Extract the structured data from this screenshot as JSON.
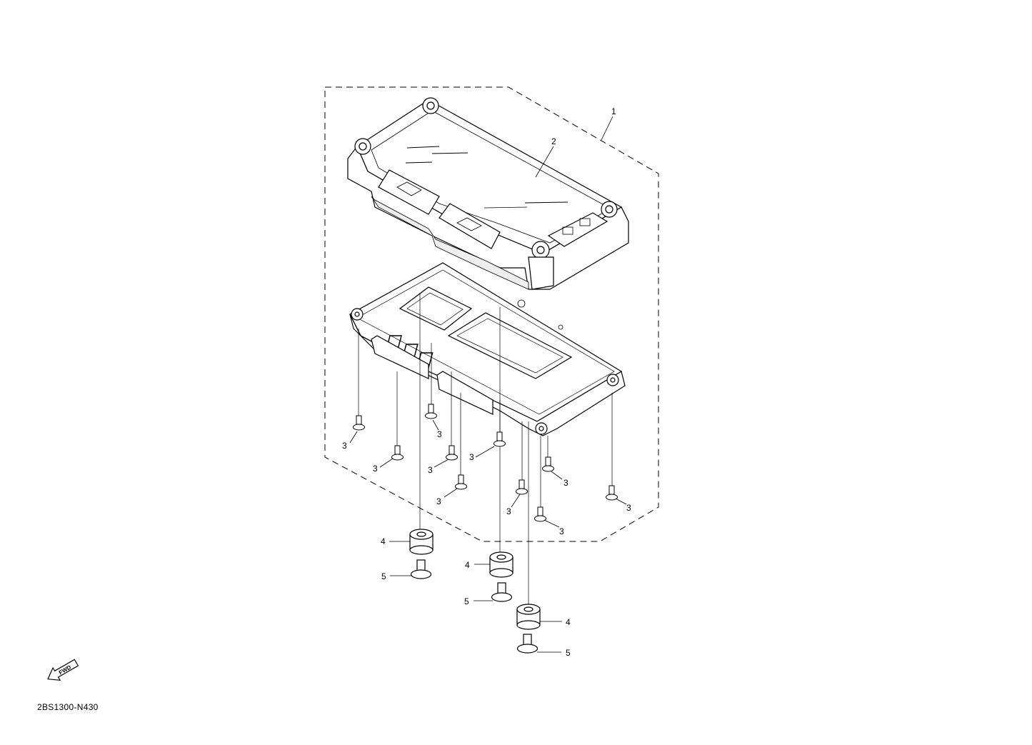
{
  "diagram": {
    "drawing_code": "2BS1300-N430",
    "fwd_label": "FWD",
    "callouts": [
      {
        "id": "c1",
        "text": "1"
      },
      {
        "id": "c2",
        "text": "2"
      },
      {
        "id": "c3a",
        "text": "3"
      },
      {
        "id": "c3b",
        "text": "3"
      },
      {
        "id": "c3c",
        "text": "3"
      },
      {
        "id": "c3d",
        "text": "3"
      },
      {
        "id": "c3e",
        "text": "3"
      },
      {
        "id": "c3f",
        "text": "3"
      },
      {
        "id": "c3g",
        "text": "3"
      },
      {
        "id": "c3h",
        "text": "3"
      },
      {
        "id": "c3i",
        "text": "3"
      },
      {
        "id": "c3j",
        "text": "3"
      },
      {
        "id": "c4a",
        "text": "4"
      },
      {
        "id": "c4b",
        "text": "4"
      },
      {
        "id": "c4c",
        "text": "4"
      },
      {
        "id": "c5a",
        "text": "5"
      },
      {
        "id": "c5b",
        "text": "5"
      },
      {
        "id": "c5c",
        "text": "5"
      }
    ],
    "line_color": "#000000",
    "background": "#ffffff"
  }
}
